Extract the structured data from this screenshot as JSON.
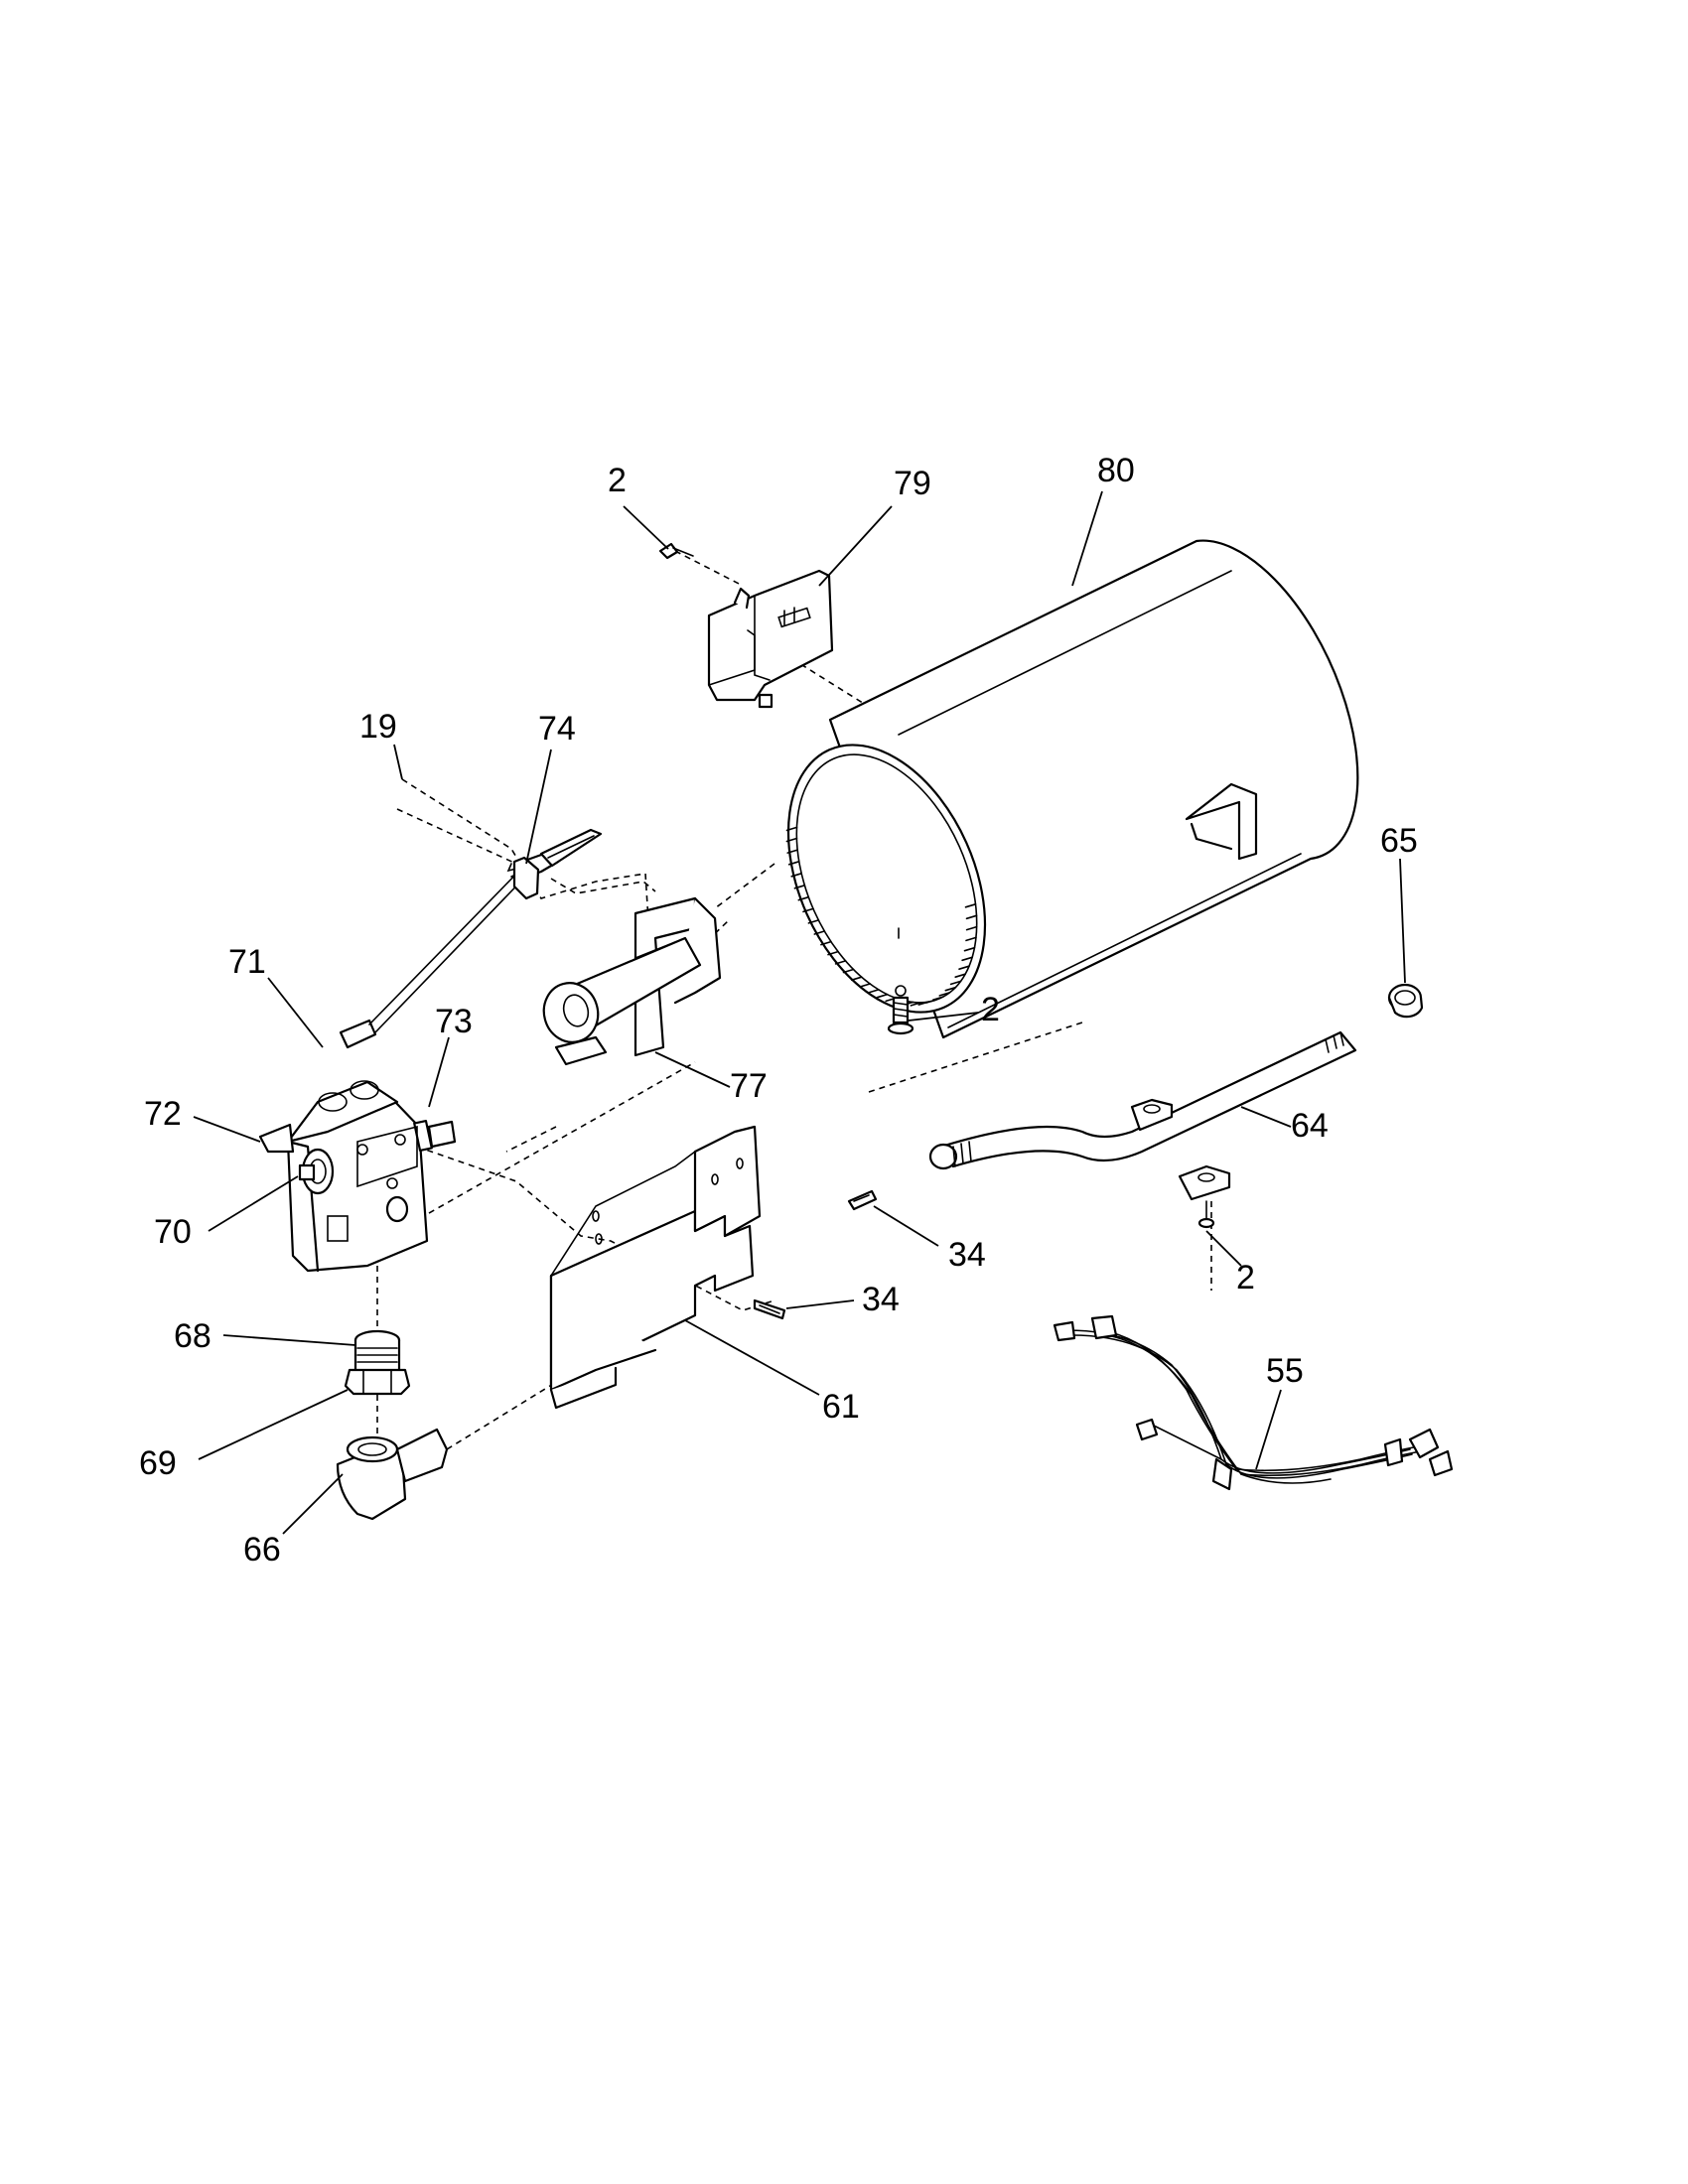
{
  "callouts": {
    "c2a": "2",
    "c79": "79",
    "c80": "80",
    "c19": "19",
    "c74": "74",
    "c65": "65",
    "c71": "71",
    "c73": "73",
    "c77": "77",
    "c2b": "2",
    "c72": "72",
    "c64": "64",
    "c70": "70",
    "c34a": "34",
    "c2c": "2",
    "c34b": "34",
    "c68": "68",
    "c55": "55",
    "c61": "61",
    "c69": "69",
    "c66": "66"
  },
  "colors": {
    "line": "#000000",
    "background": "#ffffff"
  }
}
